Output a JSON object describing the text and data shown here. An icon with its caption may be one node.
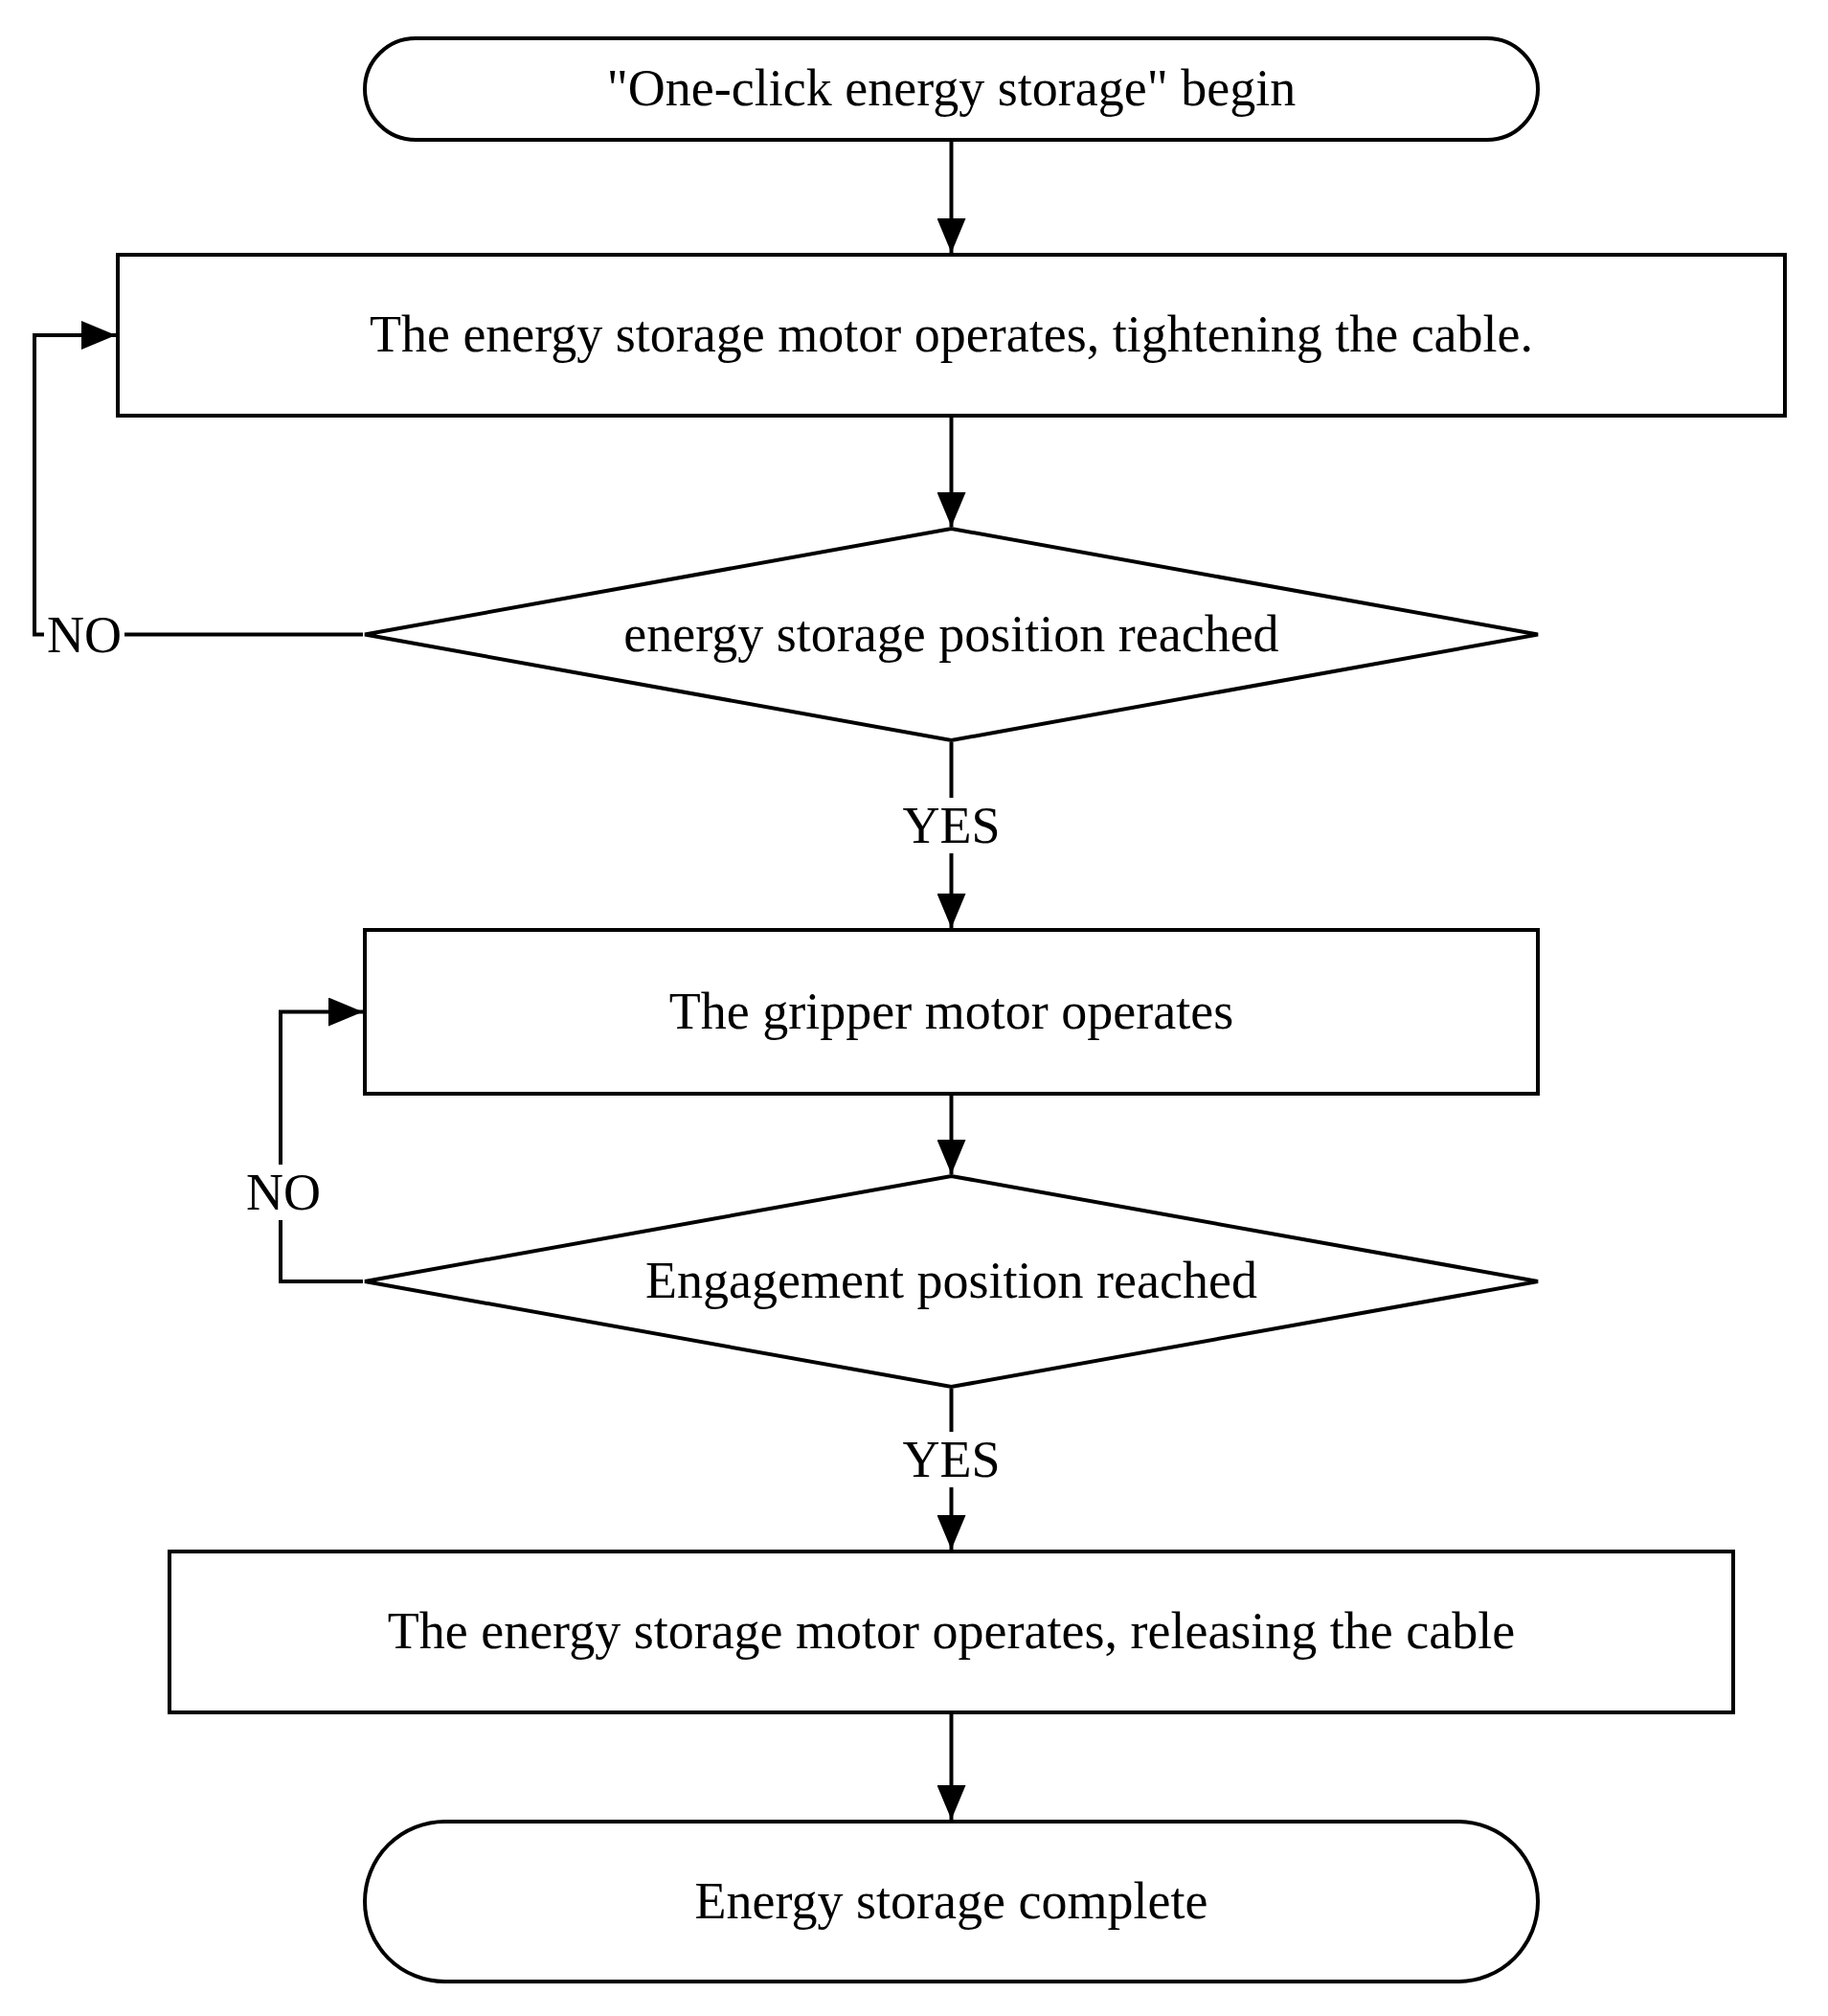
{
  "diagram": {
    "nodes": [
      {
        "text": [
          "\"One-click energy storage\" begin"
        ]
      },
      {
        "text": [
          "The energy storage motor operates, tightening the cable."
        ]
      },
      {
        "text": [
          "energy storage position reached"
        ]
      },
      {
        "text": [
          "The gripper motor operates"
        ]
      },
      {
        "text": [
          "Engagement position reached"
        ]
      },
      {
        "text": [
          "The energy storage motor operates, releasing the cable"
        ]
      },
      {
        "text": [
          "Energy storage complete"
        ]
      }
    ],
    "edges": [
      {
        "from": 0,
        "to": 1,
        "arrow": "to"
      },
      {
        "from": 1,
        "to": 2,
        "arrow": "to"
      },
      {
        "from": 2,
        "to": 1,
        "arrow": "to",
        "label": "NO"
      },
      {
        "from": 2,
        "to": 3,
        "arrow": "to",
        "label": "YES"
      },
      {
        "from": 3,
        "to": 4,
        "arrow": "to"
      },
      {
        "from": 4,
        "to": 3,
        "arrow": "to",
        "label": "NO"
      },
      {
        "from": 4,
        "to": 5,
        "arrow": "to",
        "label": "YES"
      },
      {
        "from": 5,
        "to": 6,
        "arrow": "to"
      }
    ]
  }
}
